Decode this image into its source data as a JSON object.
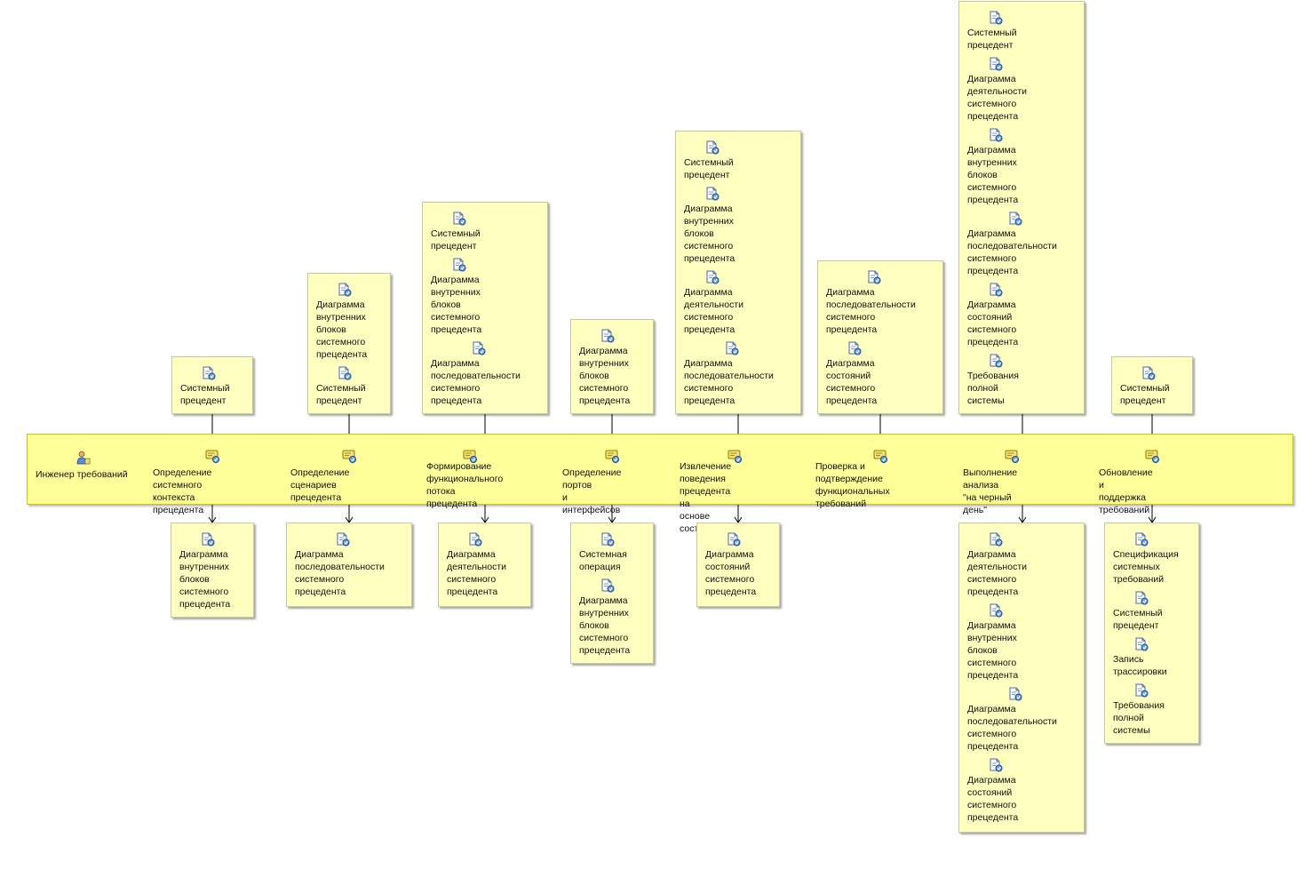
{
  "lane": {
    "role": "Инженер требований",
    "tasks": [
      "Определение системного\nконтекста прецедента",
      "Определение сценариев\nпрецедента",
      "Формирование\nфункционального\nпотока прецедента",
      "Определение портов\nи интерфейсов",
      "Извлечение поведения\nпрецедента на\nоснове состояний",
      "Проверка и подтверждение\nфункциональных\nтребований",
      "Выполнение анализа\n\"на черный день\"",
      "Обновление и\nподдержка требований"
    ]
  },
  "inputs": [
    [
      "Системный\nпрецедент"
    ],
    [
      "Диаграмма\nвнутренних\nблоков\nсистемного\nпрецедента",
      "Системный\nпрецедент"
    ],
    [
      "Системный\nпрецедент",
      "Диаграмма\nвнутренних\nблоков\nсистемного\nпрецедента",
      "Диаграмма\nпоследовательности\nсистемного\nпрецедента"
    ],
    [
      "Диаграмма\nвнутренних\nблоков\nсистемного\nпрецедента"
    ],
    [
      "Системный\nпрецедент",
      "Диаграмма\nвнутренних\nблоков\nсистемного\nпрецедента",
      "Диаграмма\nдеятельности\nсистемного\nпрецедента",
      "Диаграмма\nпоследовательности\nсистемного\nпрецедента"
    ],
    [
      "Диаграмма\nпоследовательности\nсистемного\nпрецедента",
      "Диаграмма\nсостояний\nсистемного\nпрецедента"
    ],
    [
      "Системный\nпрецедент",
      "Диаграмма\nдеятельности\nсистемного\nпрецедента",
      "Диаграмма\nвнутренних\nблоков\nсистемного\nпрецедента",
      "Диаграмма\nпоследовательности\nсистемного\nпрецедента",
      "Диаграмма\nсостояний\nсистемного\nпрецедента",
      "Требования\nполной\nсистемы"
    ],
    [
      "Системный\nпрецедент"
    ]
  ],
  "outputs": [
    [
      "Диаграмма\nвнутренних\nблоков\nсистемного\nпрецедента"
    ],
    [
      "Диаграмма\nпоследовательности\nсистемного\nпрецедента"
    ],
    [
      "Диаграмма\nдеятельности\nсистемного\nпрецедента"
    ],
    [
      "Системная\nоперация",
      "Диаграмма\nвнутренних\nблоков\nсистемного\nпрецедента"
    ],
    [
      "Диаграмма\nсостояний\nсистемного\nпрецедента"
    ],
    [],
    [
      "Диаграмма\nдеятельности\nсистемного\nпрецедента",
      "Диаграмма\nвнутренних\nблоков\nсистемного\nпрецедента",
      "Диаграмма\nпоследовательности\nсистемного\nпрецедента",
      "Диаграмма\nсостояний\nсистемного\nпрецедента"
    ],
    [
      "Спецификация\nсистемных\nтребований",
      "Системный\nпрецедент",
      "Запись\nтрассировки",
      "Требования\nполной\nсистемы"
    ]
  ],
  "icons": {
    "role": "role-icon",
    "task": "task-icon",
    "artifact": "artifact-icon"
  },
  "colors": {
    "lane_fill": "#ffff99",
    "box_fill": "#ffffc0",
    "line": "#000000"
  }
}
